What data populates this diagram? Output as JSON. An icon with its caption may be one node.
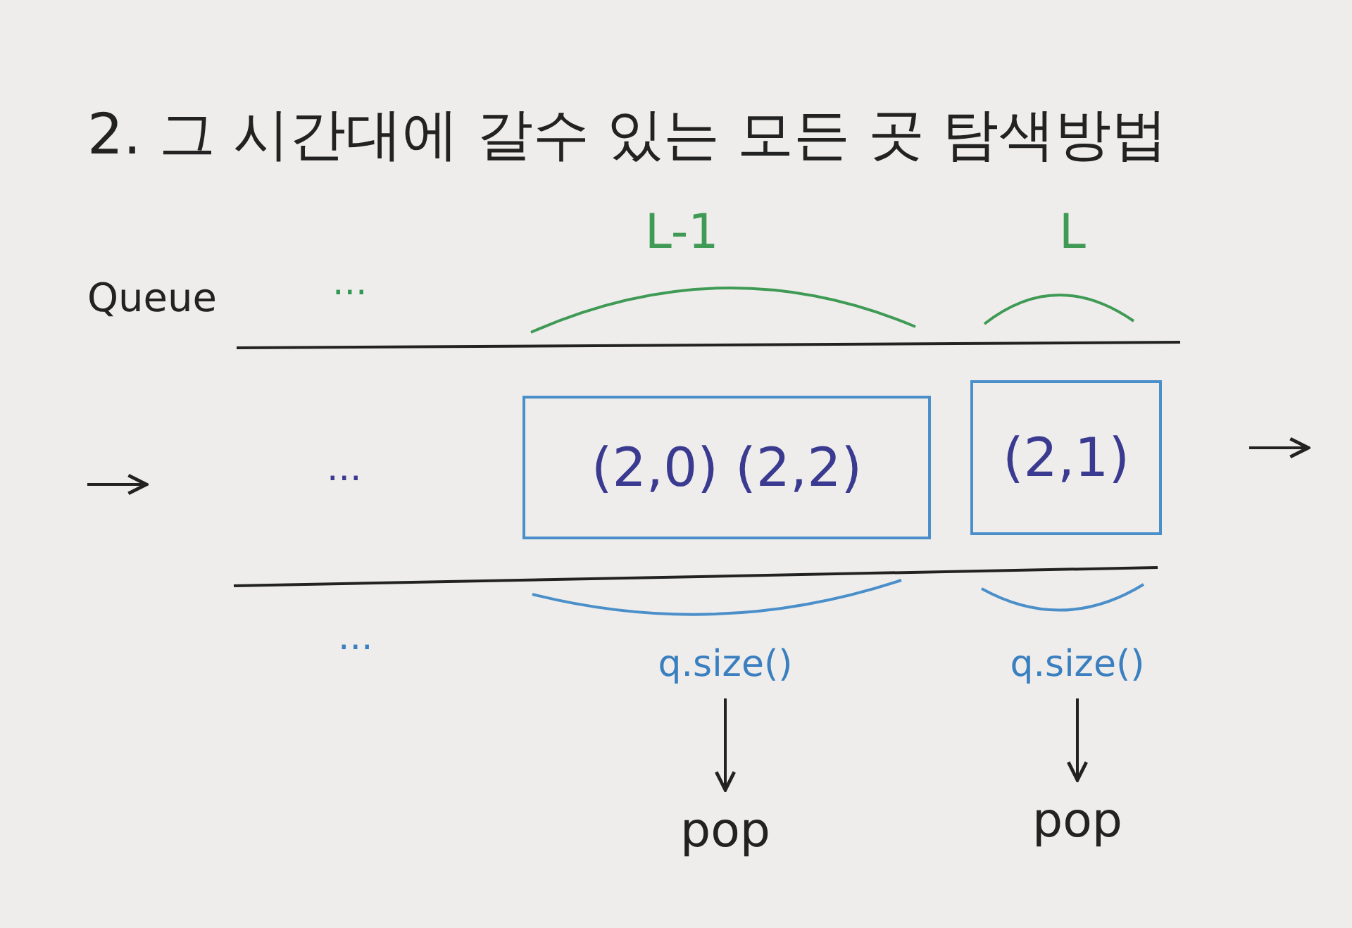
{
  "diagram": {
    "title": "2. 그 시간대에 갈수 있는 모든 곳 탐색방법",
    "nodes": [
      {
        "text": [
          "(2,0) (2,2)"
        ]
      },
      {
        "text": [
          "(2,1)"
        ]
      },
      {
        "text": [
          "q.size()"
        ]
      },
      {
        "text": [
          "pop"
        ]
      },
      {
        "text": [
          "q.size()"
        ]
      },
      {
        "text": [
          "pop"
        ]
      }
    ],
    "edges": [
      {
        "from": 2,
        "to": 3,
        "arrow": "to"
      },
      {
        "from": 4,
        "to": 5,
        "arrow": "to"
      }
    ],
    "labels": [
      "L-1",
      "L",
      "Queue",
      "...",
      "...",
      "..."
    ]
  }
}
